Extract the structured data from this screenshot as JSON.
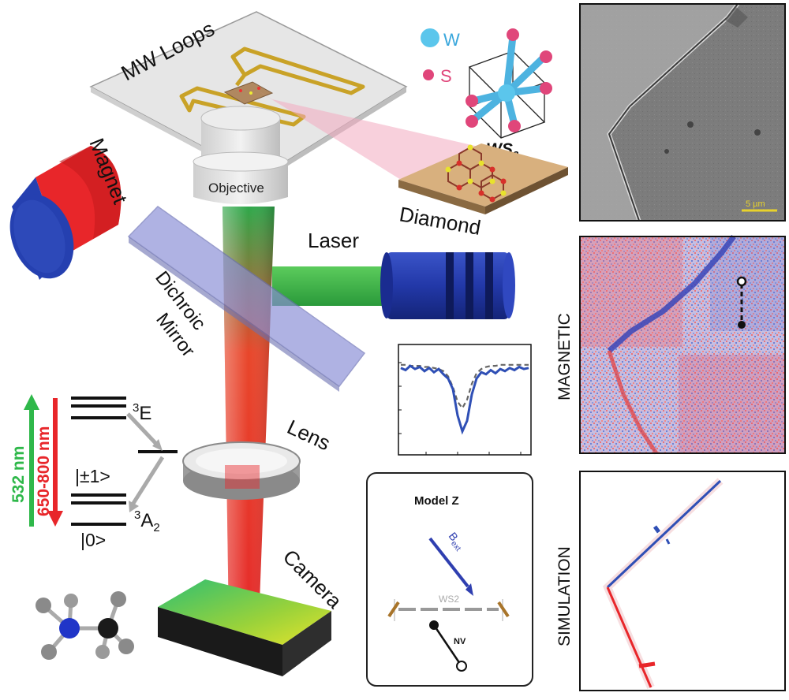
{
  "setup": {
    "mw_loops": "MW Loops",
    "magnet": "Magnet",
    "objective": "Objective",
    "diamond": "Diamond",
    "laser": "Laser",
    "dichroic": "Dichroic",
    "mirror": "Mirror",
    "lens": "Lens",
    "camera": "Camera"
  },
  "crystal": {
    "w_label": "W",
    "s_label": "S",
    "compound": "WS",
    "compound_sub": "2"
  },
  "levels": {
    "excited": "3E",
    "excited_sup": "3",
    "excited_base": "E",
    "ms_pm1": "|±1>",
    "ms_0": "|0>",
    "ground_sup": "3",
    "ground_base": "A",
    "ground_sub": "2",
    "green_wavelength": "532 nm",
    "red_wavelength": "650-800 nm"
  },
  "model": {
    "title": "Model Z",
    "b_label": "B",
    "b_sub": "ext",
    "ws2_label": "WS2",
    "nv_label": "NV"
  },
  "panels": {
    "scale_bar": "5 µm",
    "magnetic_label": "MAGNETIC",
    "simulation_label": "SIMULATION"
  },
  "colors": {
    "green": "#2fb84a",
    "red": "#e8262a",
    "blue": "#2f4fb5",
    "magnet_blue": "#2540b0",
    "gold": "#c9a227",
    "pink": "#e0467a",
    "cyan": "#5bc6ec"
  },
  "odmr_chart": {
    "type": "line",
    "series": [
      {
        "style": "solid",
        "values": [
          0.8,
          0.78,
          0.82,
          0.79,
          0.81,
          0.77,
          0.8,
          0.76,
          0.79,
          0.74,
          0.7,
          0.6,
          0.35,
          0.2,
          0.3,
          0.55,
          0.7,
          0.76,
          0.74,
          0.78,
          0.75,
          0.79,
          0.77,
          0.8,
          0.78,
          0.81,
          0.79,
          0.8
        ]
      },
      {
        "style": "dashed",
        "values": [
          0.83,
          0.83,
          0.82,
          0.82,
          0.82,
          0.81,
          0.81,
          0.8,
          0.79,
          0.77,
          0.72,
          0.62,
          0.48,
          0.42,
          0.5,
          0.65,
          0.75,
          0.79,
          0.81,
          0.82,
          0.82,
          0.83,
          0.83,
          0.83,
          0.83,
          0.83,
          0.83,
          0.83
        ]
      }
    ]
  }
}
